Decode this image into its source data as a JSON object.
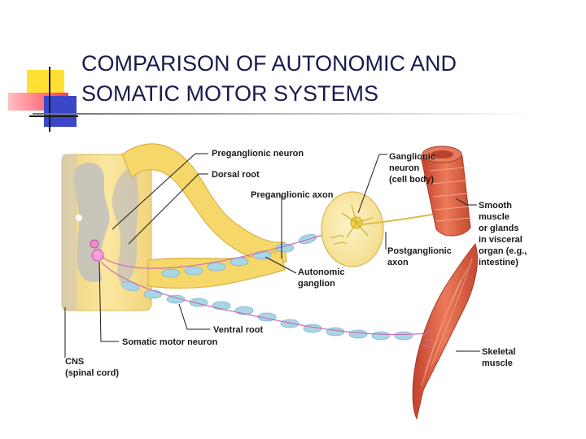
{
  "title": {
    "line1": "COMPARISON OF AUTONOMIC AND",
    "line2": "SOMATIC MOTOR SYSTEMS"
  },
  "labels": {
    "preganglionic_neuron": "Preganglionic neuron",
    "dorsal_root": "Dorsal root",
    "preganglionic_axon": "Preganglionic axon",
    "ganglionic_neuron": [
      "Ganglionic",
      "neuron",
      "(cell body)"
    ],
    "smooth_muscle": [
      "Smooth",
      "muscle",
      "or glands",
      "in visceral",
      "organ (e.g.,",
      "intestine)"
    ],
    "postganglionic_axon": [
      "Postganglionic",
      "axon"
    ],
    "autonomic_ganglion": [
      "Autonomic",
      "ganglion"
    ],
    "ventral_root": "Ventral root",
    "somatic_motor_neuron": "Somatic motor neuron",
    "skeletal_muscle": [
      "Skeletal",
      "muscle"
    ],
    "cns": [
      "CNS",
      "(spinal cord)"
    ]
  },
  "colors": {
    "title_text": "#1a1a4e",
    "accent_yellow": "#ffe033",
    "accent_red": "#ff3344",
    "accent_blue": "#3344cc",
    "nerve_yellow": "#f6d76a",
    "myelin_blue": "#a9d6e6",
    "muscle_red": "#d9533a"
  }
}
